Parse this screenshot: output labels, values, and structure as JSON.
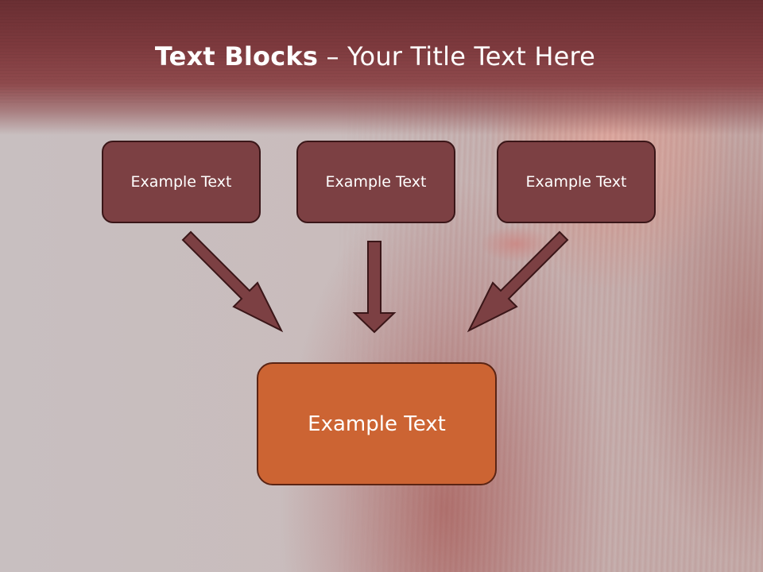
{
  "title": {
    "bold": "Text Blocks",
    "rest": " – Your Title Text Here"
  },
  "blocks": {
    "top": [
      "Example Text",
      "Example Text",
      "Example Text"
    ],
    "bottom": "Example Text"
  },
  "colors": {
    "header": "#7e3a3e",
    "top_box_fill": "#7c4043",
    "top_box_border": "#3a1618",
    "bottom_box_fill": "#cc6433",
    "arrow_fill": "#7c4043"
  },
  "icons": [
    "arrow-down-right-icon",
    "arrow-down-icon",
    "arrow-down-left-icon"
  ]
}
